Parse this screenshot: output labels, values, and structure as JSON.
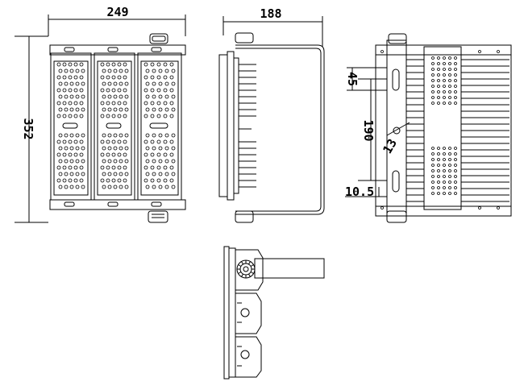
{
  "dimensions": {
    "front_width": "249",
    "front_height": "352",
    "side_depth": "188",
    "rear_offset_top": "45",
    "rear_spacing": "190",
    "rear_hole": "13",
    "rear_offset_bottom": "10.5"
  },
  "colors": {
    "line": "#000000",
    "paper": "#ffffff"
  }
}
